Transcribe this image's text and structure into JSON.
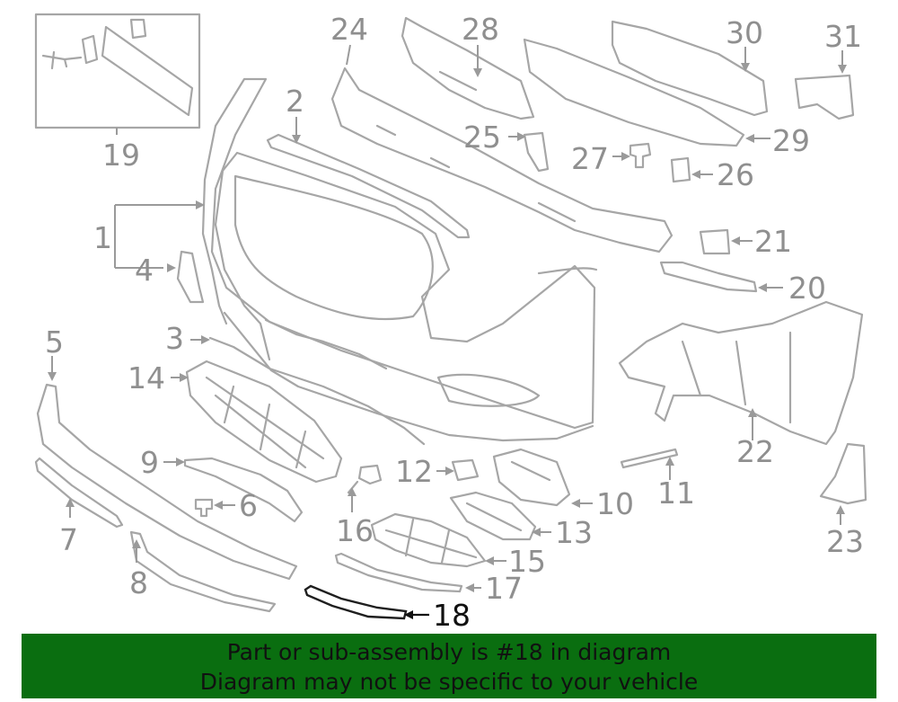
{
  "callouts": [
    "1",
    "2",
    "3",
    "4",
    "5",
    "6",
    "7",
    "8",
    "9",
    "10",
    "11",
    "12",
    "13",
    "14",
    "15",
    "16",
    "17",
    "18",
    "19",
    "20",
    "21",
    "22",
    "23",
    "24",
    "25",
    "26",
    "27",
    "28",
    "29",
    "30",
    "31"
  ],
  "highlighted_part": "18",
  "banner": {
    "line1": "Part or sub-assembly is #18 in diagram",
    "line2": "Diagram may not be specific to your vehicle"
  },
  "colors": {
    "banner_bg": "#0a6e10",
    "part_stroke": "#a6a6a6",
    "highlight": "#111111"
  }
}
